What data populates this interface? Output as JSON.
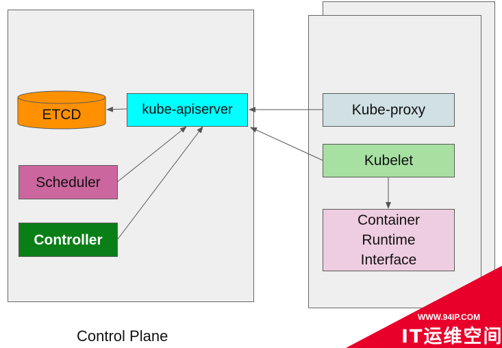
{
  "colors": {
    "panel_bg": "#efefef",
    "etcd": "#ff9100",
    "apiserver": "#00ffff",
    "scheduler": "#cc669f",
    "controller": "#0a7f17",
    "kube_proxy": "#d0e0e3",
    "kubelet": "#a8e0a2",
    "container_runtime": "#efcde0",
    "watermark": "#e8002a"
  },
  "control_plane": {
    "label": "Control Plane",
    "etcd": "ETCD",
    "apiserver": "kube-apiserver",
    "scheduler": "Scheduler",
    "controller": "Controller"
  },
  "worker_node": {
    "kube_proxy": "Kube-proxy",
    "kubelet": "Kubelet",
    "container_runtime": "Container\nRuntime\nInterface"
  },
  "watermark": {
    "url": "WWW.94IP.COM",
    "name": "IT运维空间"
  }
}
